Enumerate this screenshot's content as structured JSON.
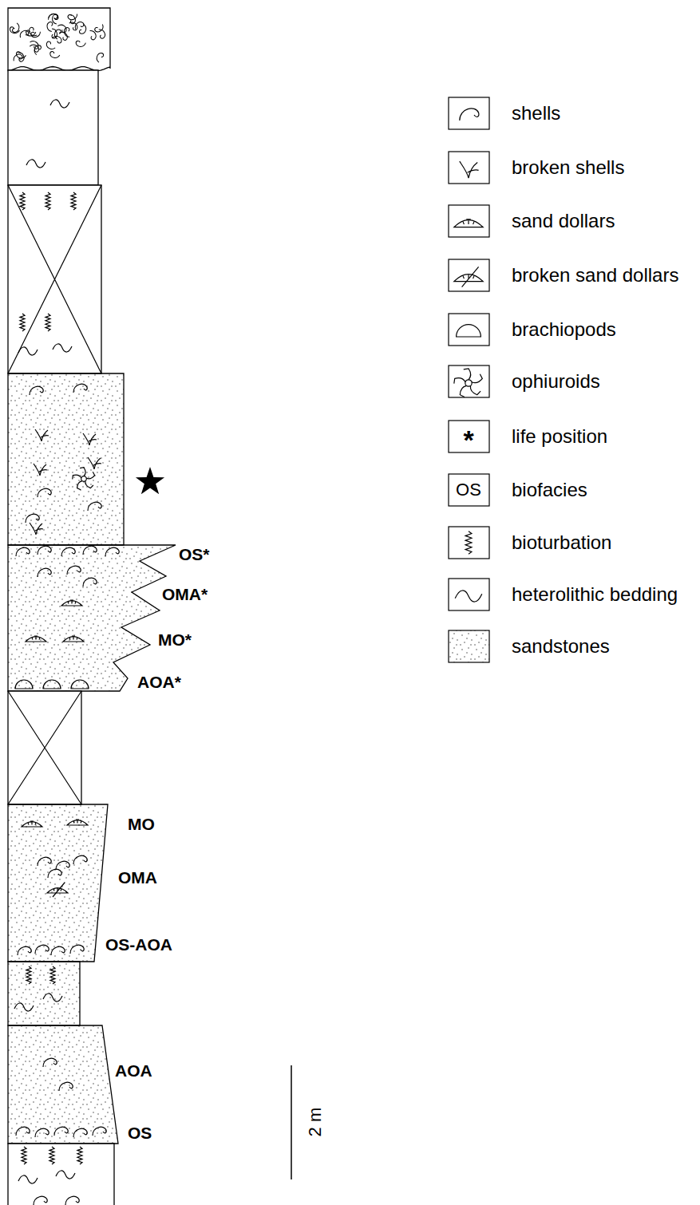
{
  "diagram": {
    "labels": [
      "*",
      "OS",
      "OS*",
      "OMA*",
      "MO*",
      "AOA*",
      "MO",
      "OMA",
      "OS-AOA",
      "AOA",
      "OS",
      "2 m"
    ],
    "legend": [
      {
        "text": "shells"
      },
      {
        "text": "broken shells"
      },
      {
        "text": "sand dollars"
      },
      {
        "text": "broken sand dollars"
      },
      {
        "text": "brachiopods"
      },
      {
        "text": "ophiuroids"
      },
      {
        "text": "life position"
      },
      {
        "text": "biofacies"
      },
      {
        "text": "bioturbation"
      },
      {
        "text": "heterolithic bedding"
      },
      {
        "text": "sandstones"
      }
    ]
  }
}
